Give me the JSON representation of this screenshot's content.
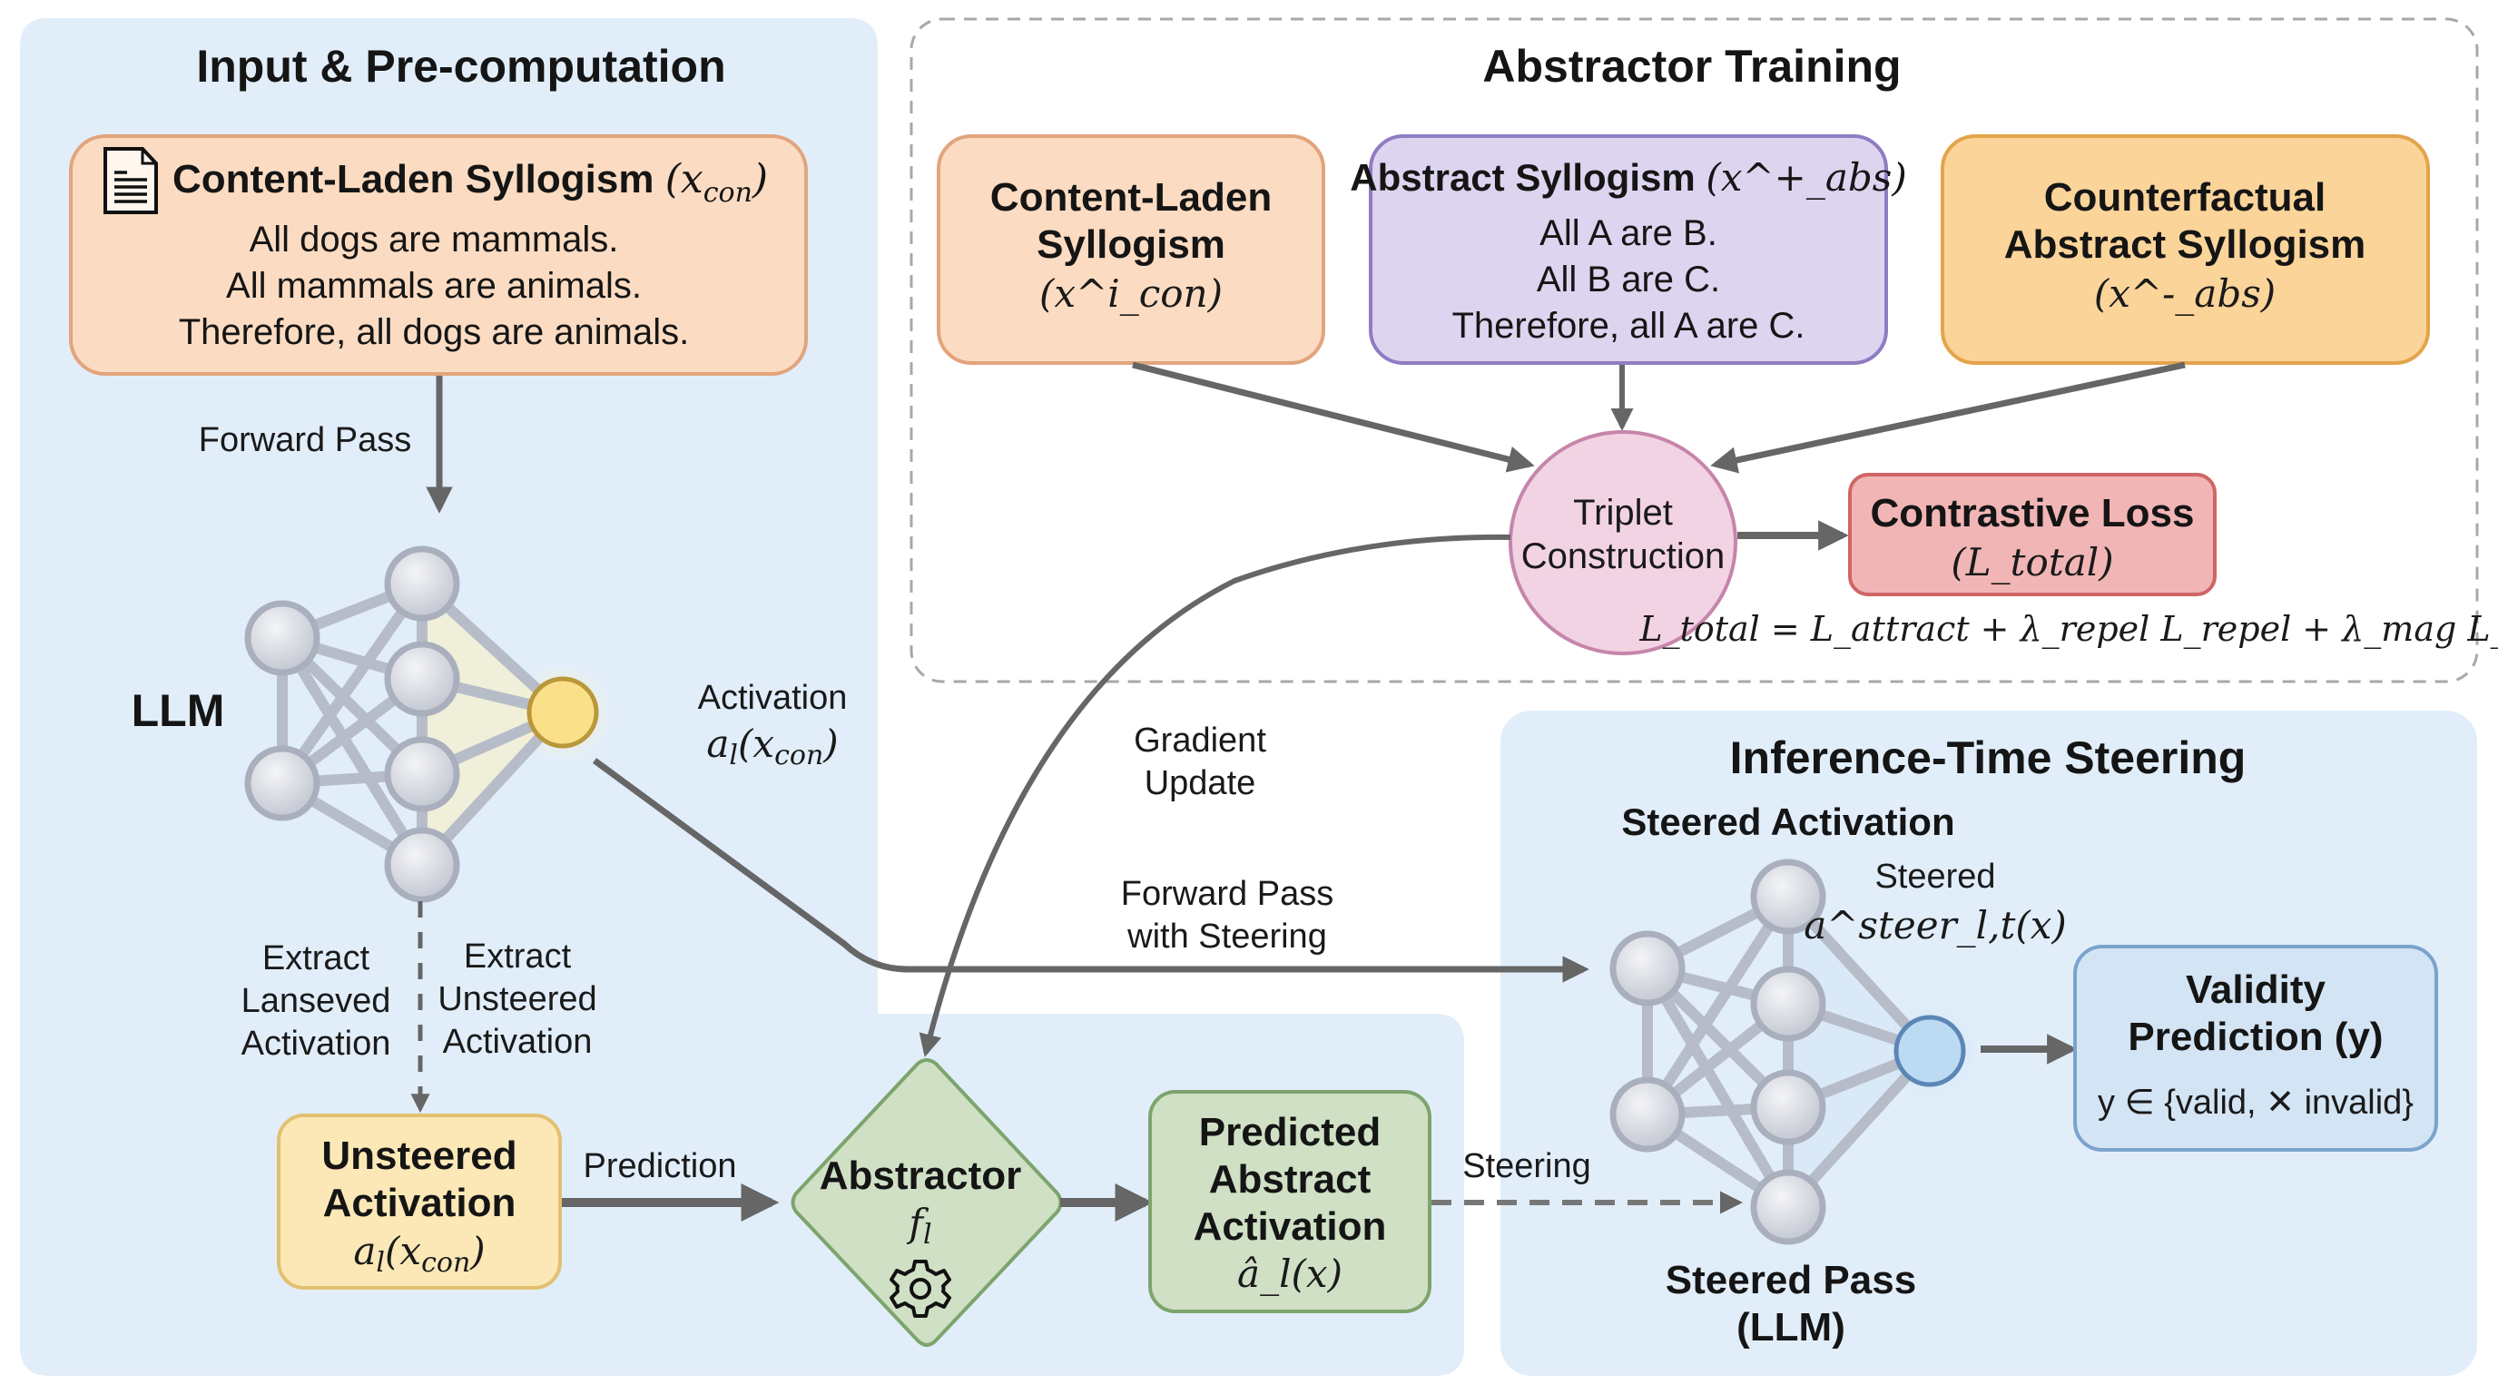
{
  "colors": {
    "panel_blue": "#e1eefa",
    "orange_fill": "#fbdcc2",
    "orange_stroke": "#e2a47c",
    "purple_fill": "#ddd4ef",
    "purple_stroke": "#8f7cc2",
    "amber_fill": "#fbd49a",
    "amber_stroke": "#e3a44a",
    "yellow_fill": "#fbe8b6",
    "yellow_stroke": "#e2c070",
    "green_fill": "#cfe0c5",
    "green_stroke": "#7da46c",
    "pink_fill": "#f2d3e3",
    "pink_stroke": "#c685ab",
    "red_fill": "#f2b5b5",
    "red_stroke": "#cf6666",
    "blue_box_fill": "#d3e4f4",
    "blue_box_stroke": "#7ba3cc",
    "arrow": "#666666"
  },
  "input_panel": {
    "title": "Input & Pre-computation",
    "content_box": {
      "icon": "document-icon",
      "title": "Content-Laden Syllogism",
      "symbol_base": "x",
      "symbol_sub": "con",
      "lines": [
        "All dogs are mammals.",
        "All mammals are animals.",
        "Therefore, all dogs are animals."
      ]
    },
    "forward_pass_label": "Forward Pass",
    "llm_label": "LLM",
    "activation_label": "Activation",
    "activation_math": {
      "base": "a",
      "sub": "l",
      "arg_base": "x",
      "arg_sub": "con"
    },
    "extract_left": [
      "Extract",
      "Lanseved",
      "Activation"
    ],
    "extract_right": [
      "Extract",
      "Unsteered",
      "Activation"
    ],
    "unsteered_box": {
      "lines": [
        "Unsteered",
        "Activation"
      ],
      "math": {
        "base": "a",
        "sub": "l",
        "arg_base": "x",
        "arg_sub": "con"
      }
    },
    "prediction_label": "Prediction",
    "abstractor": {
      "title": "Abstractor",
      "symbol_base": "f",
      "symbol_sub": "l",
      "icon": "gear-icon"
    },
    "predicted_box": {
      "lines": [
        "Predicted",
        "Abstract",
        "Activation"
      ],
      "math": "â_l(x)"
    },
    "steering_label": "Steering"
  },
  "training_panel": {
    "title": "Abstractor Training",
    "content_box": {
      "lines": [
        "Content-Laden",
        "Syllogism"
      ],
      "symbol": "(x^i_con)"
    },
    "abstract_box": {
      "title": "Abstract Syllogism",
      "symbol": "(x^+_abs)",
      "lines": [
        "All A are B.",
        "All B are C.",
        "Therefore, all A are C."
      ]
    },
    "counterfactual_box": {
      "lines": [
        "Counterfactual",
        "Abstract Syllogism"
      ],
      "symbol": "(x^-_abs)"
    },
    "triplet": {
      "lines": [
        "Triplet",
        "Construction"
      ]
    },
    "loss_box": {
      "title": "Contrastive Loss",
      "symbol": "(L_total)"
    },
    "loss_formula": "L_total = L_attract + λ_repel L_repel + λ_mag L_mag",
    "gradient_label": [
      "Gradient",
      "Update"
    ],
    "forward_steer_label": [
      "Forward Pass",
      "with Steering"
    ]
  },
  "inference_panel": {
    "title": "Inference-Time Steering",
    "steered_activation_title": "Steered Activation",
    "steered_label": "Steered",
    "steered_math": "a^steer_l,t(x)",
    "validity_box": {
      "lines": [
        "Validity",
        "Prediction (y)"
      ],
      "set": "y ∈ {valid, ✕ invalid}"
    },
    "steered_pass": [
      "Steered Pass",
      "(LLM)"
    ]
  }
}
